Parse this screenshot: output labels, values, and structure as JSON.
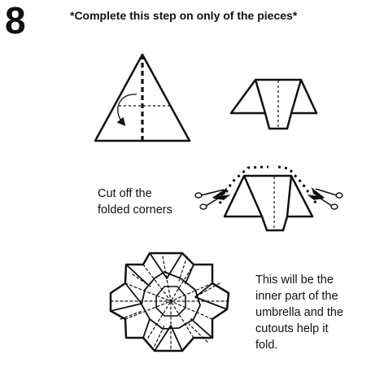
{
  "step": {
    "number": "8",
    "instruction": "*Complete this step on only of the pieces*"
  },
  "labels": {
    "cut_instruction": "Cut off the\nfolded corners",
    "result_note": "This will be the\ninner part of the\numbrella and the\ncutouts help it\nfold."
  },
  "colors": {
    "ink": "#111111",
    "background": "#ffffff"
  },
  "icons": [
    "scissors-icon",
    "curved-arrow-icon"
  ]
}
